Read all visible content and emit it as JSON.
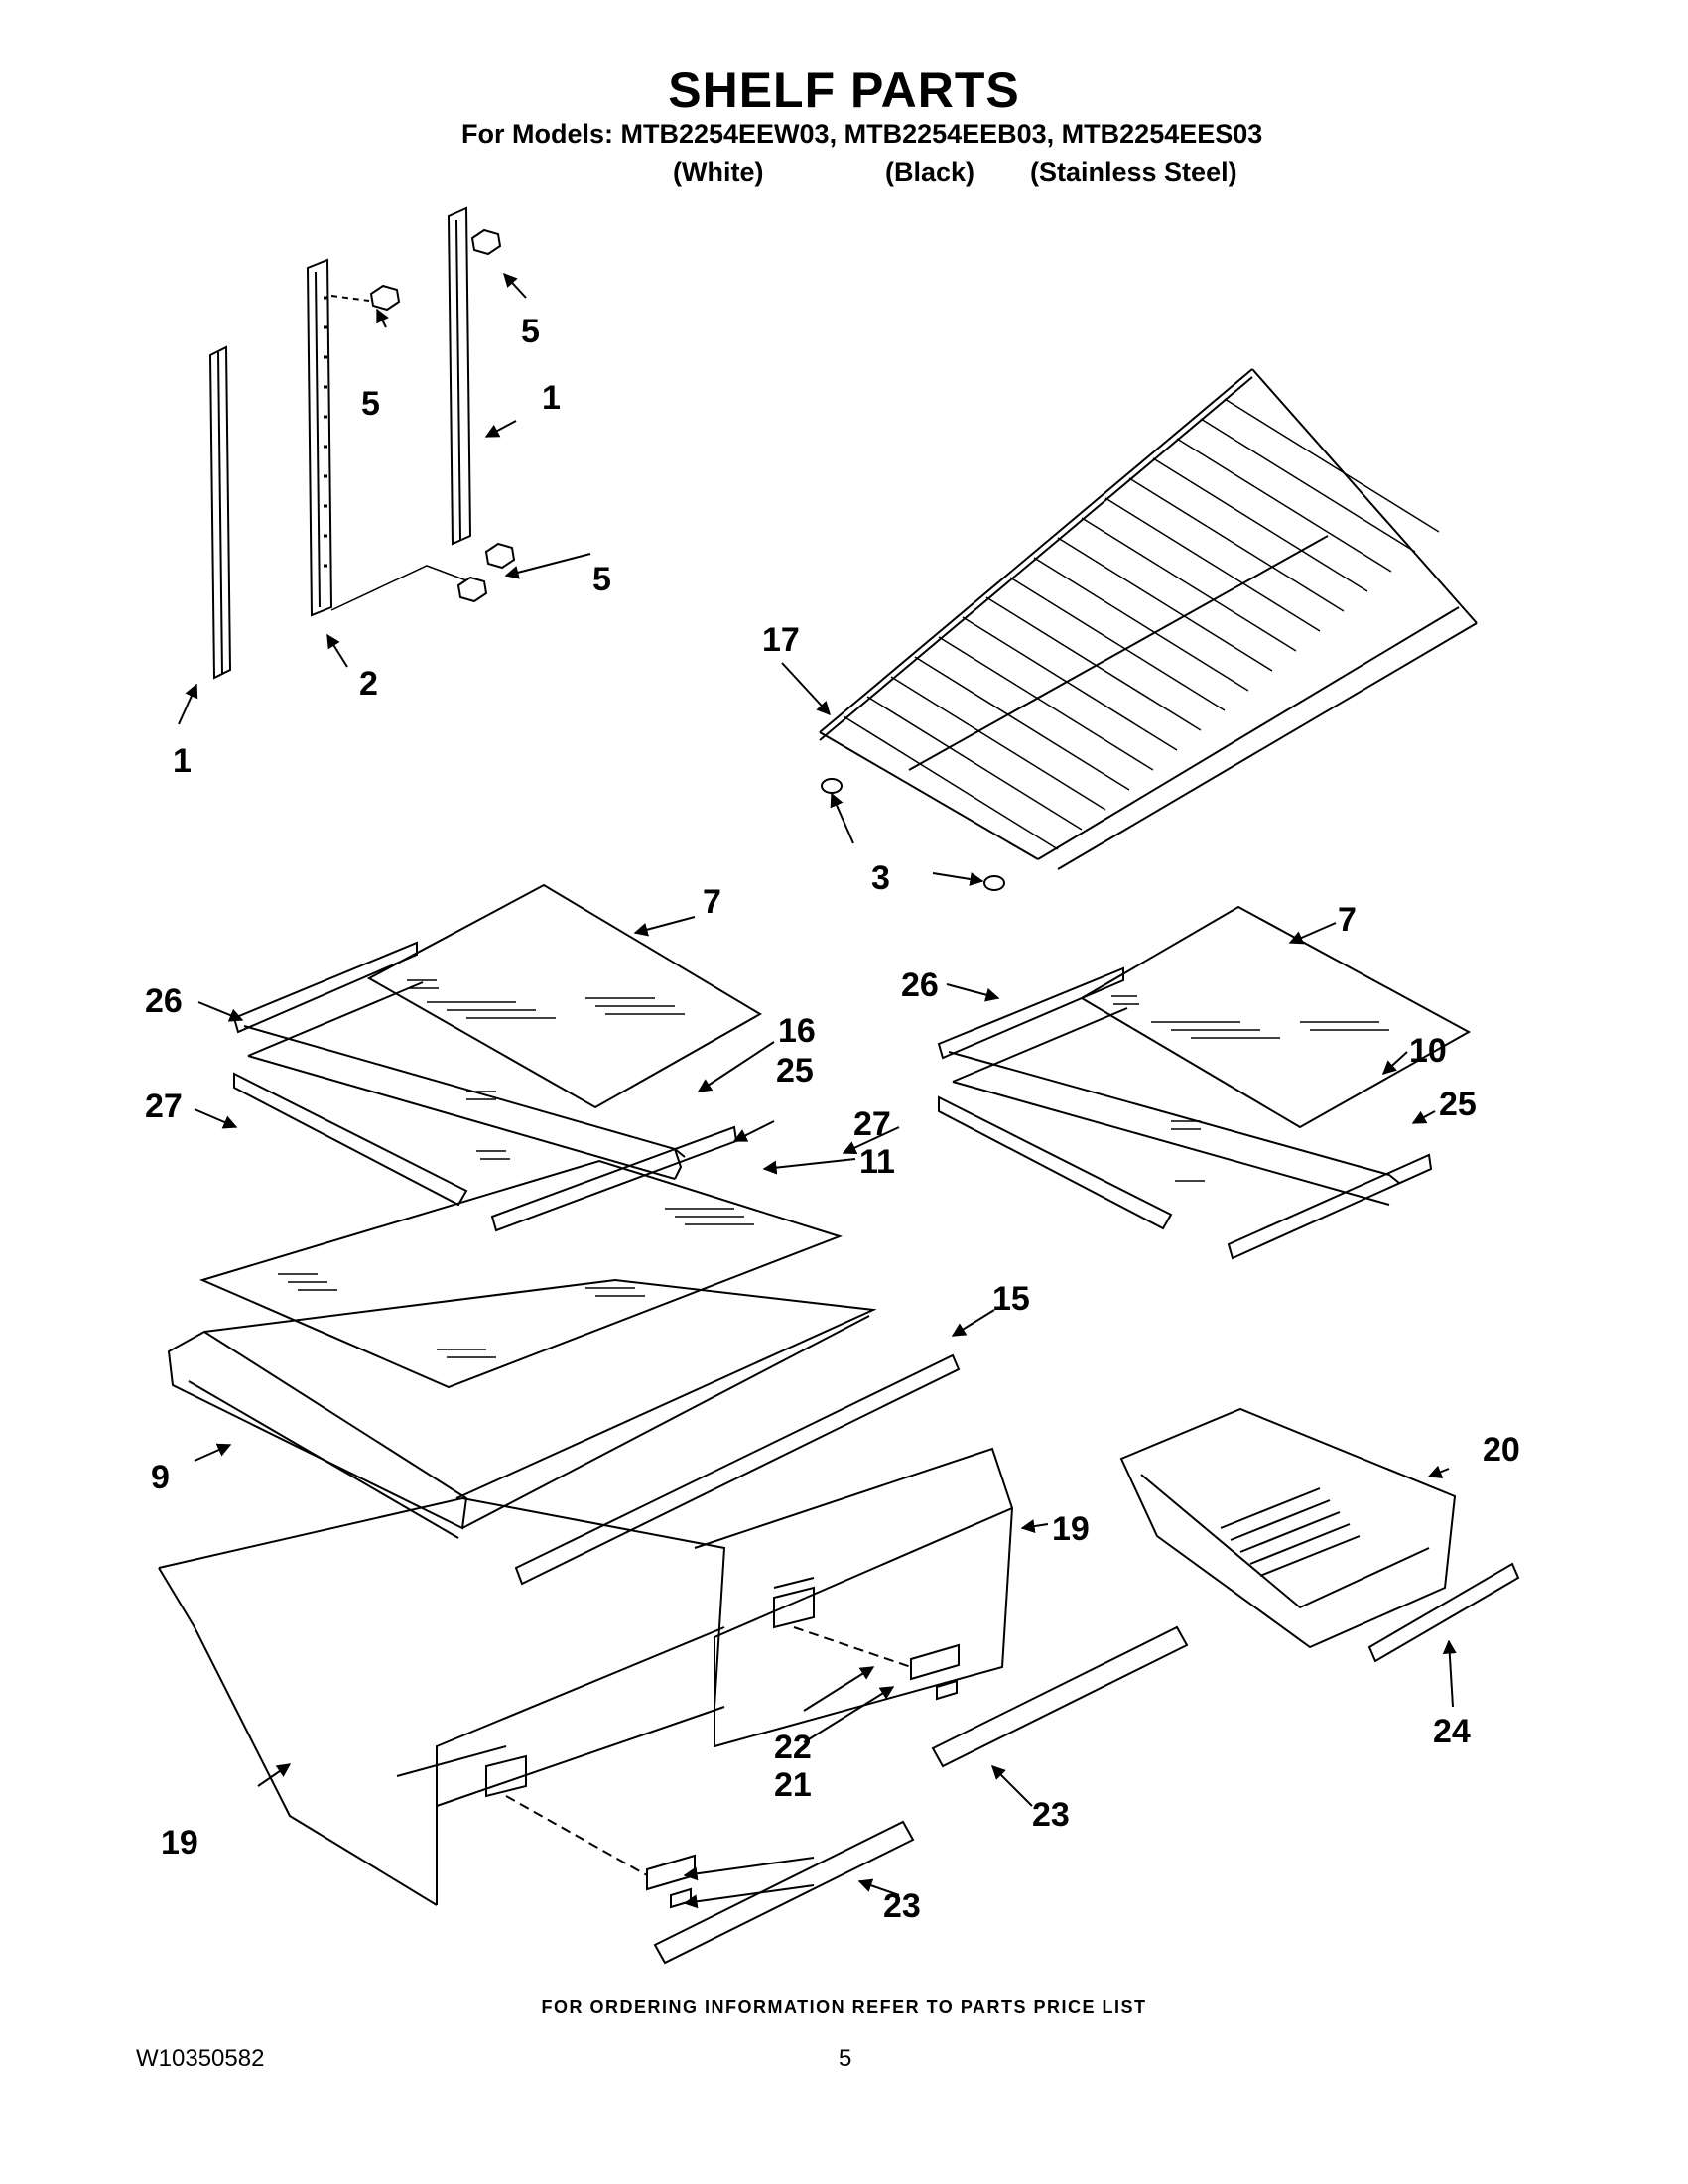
{
  "header": {
    "title": "SHELF PARTS",
    "models_line": "For Models: MTB2254EEW03, MTB2254EEB03, MTB2254EES03",
    "variants": [
      "(White)",
      "(Black)",
      "(Stainless Steel)"
    ]
  },
  "callouts": [
    "5",
    "5",
    "1",
    "5",
    "2",
    "1",
    "17",
    "3",
    "7",
    "7",
    "26",
    "26",
    "16",
    "10",
    "25",
    "25",
    "27",
    "27",
    "11",
    "15",
    "9",
    "20",
    "19",
    "19",
    "22",
    "21",
    "23",
    "23",
    "24"
  ],
  "footer": {
    "ordering_note": "FOR ORDERING INFORMATION REFER TO PARTS PRICE LIST",
    "document_number": "W10350582",
    "page_number": "5"
  }
}
